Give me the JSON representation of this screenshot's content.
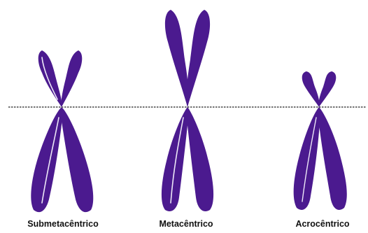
{
  "chromosomes": [
    {
      "id": "submetacentric",
      "label": "Submetacêntrico"
    },
    {
      "id": "metacentric",
      "label": "Metacêntrico"
    },
    {
      "id": "acrocentric",
      "label": "Acrocêntrico"
    }
  ],
  "colors": {
    "chromatid": "#4b1a8f",
    "highlight": "#ece6f7",
    "centromere_line": "#222222",
    "label_text": "#111111"
  },
  "centromere_line_style": "dashed"
}
